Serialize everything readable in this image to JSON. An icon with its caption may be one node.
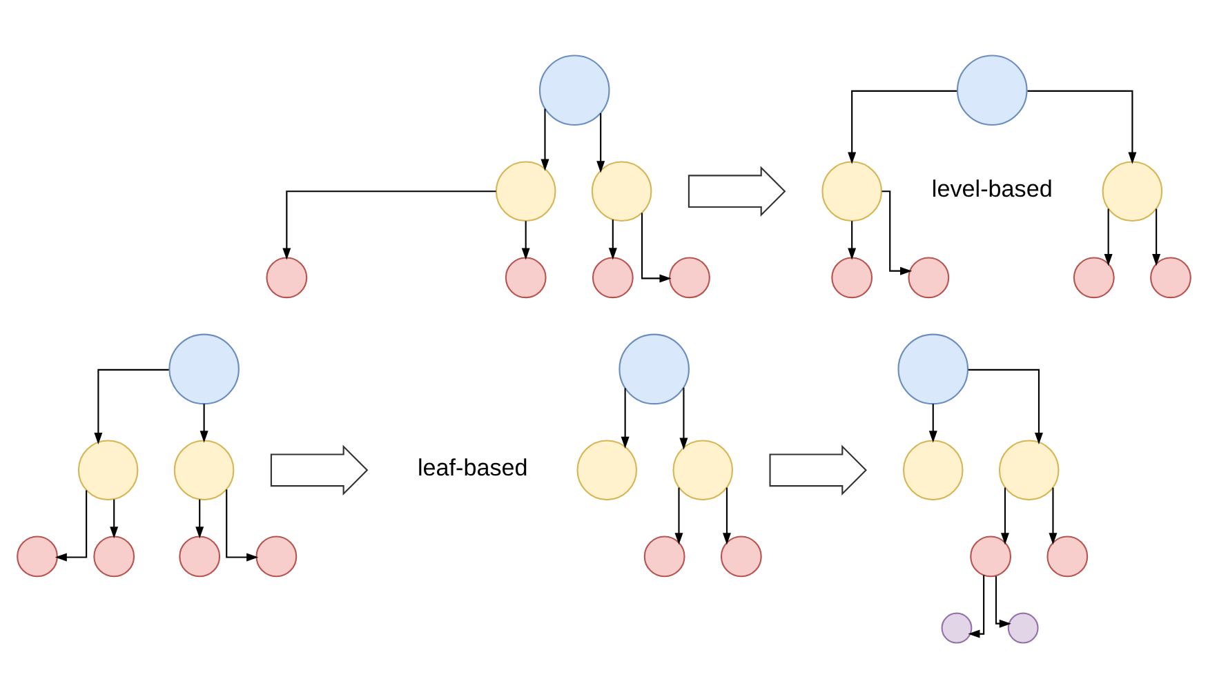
{
  "diagram": {
    "nodes": [
      {
        "text": [],
        "shape": "circle"
      },
      {
        "text": [],
        "shape": "circle"
      },
      {
        "text": [],
        "shape": "circle"
      },
      {
        "text": [],
        "shape": "circle"
      },
      {
        "text": [],
        "shape": "circle"
      },
      {
        "text": [],
        "shape": "circle"
      },
      {
        "text": [],
        "shape": "circle"
      },
      {
        "text": [],
        "shape": "arrow"
      },
      {
        "text": [],
        "shape": "circle"
      },
      {
        "text": [],
        "shape": "circle"
      },
      {
        "text": [],
        "shape": "circle"
      },
      {
        "text": [],
        "shape": "circle"
      },
      {
        "text": [],
        "shape": "circle"
      },
      {
        "text": [],
        "shape": "circle"
      },
      {
        "text": [],
        "shape": "circle"
      },
      {
        "text": [],
        "shape": "circle"
      },
      {
        "text": [],
        "shape": "circle"
      },
      {
        "text": [],
        "shape": "circle"
      },
      {
        "text": [],
        "shape": "circle"
      },
      {
        "text": [],
        "shape": "circle"
      },
      {
        "text": [],
        "shape": "circle"
      },
      {
        "text": [],
        "shape": "circle"
      },
      {
        "text": [],
        "shape": "arrow"
      },
      {
        "text": [],
        "shape": "circle"
      },
      {
        "text": [],
        "shape": "circle"
      },
      {
        "text": [],
        "shape": "circle"
      },
      {
        "text": [],
        "shape": "circle"
      },
      {
        "text": [],
        "shape": "circle"
      },
      {
        "text": [],
        "shape": "arrow"
      },
      {
        "text": [],
        "shape": "circle"
      },
      {
        "text": [],
        "shape": "circle"
      },
      {
        "text": [],
        "shape": "circle"
      },
      {
        "text": [],
        "shape": "circle"
      },
      {
        "text": [],
        "shape": "circle"
      },
      {
        "text": [],
        "shape": "circle"
      },
      {
        "text": [],
        "shape": "circle"
      }
    ],
    "edges": [
      {
        "from": 0,
        "to": 1,
        "arrow": "to"
      },
      {
        "from": 0,
        "to": 2,
        "arrow": "to"
      },
      {
        "from": 1,
        "to": 3,
        "arrow": "to"
      },
      {
        "from": 1,
        "to": 4,
        "arrow": "to"
      },
      {
        "from": 2,
        "to": 5,
        "arrow": "to"
      },
      {
        "from": 2,
        "to": 6,
        "arrow": "to"
      },
      {
        "from": 8,
        "to": 9,
        "arrow": "to"
      },
      {
        "from": 8,
        "to": 10,
        "arrow": "to"
      },
      {
        "from": 9,
        "to": 11,
        "arrow": "to"
      },
      {
        "from": 9,
        "to": 12,
        "arrow": "to"
      },
      {
        "from": 10,
        "to": 13,
        "arrow": "to"
      },
      {
        "from": 10,
        "to": 14,
        "arrow": "to"
      },
      {
        "from": 15,
        "to": 16,
        "arrow": "to"
      },
      {
        "from": 15,
        "to": 17,
        "arrow": "to"
      },
      {
        "from": 16,
        "to": 18,
        "arrow": "to"
      },
      {
        "from": 16,
        "to": 19,
        "arrow": "to"
      },
      {
        "from": 17,
        "to": 20,
        "arrow": "to"
      },
      {
        "from": 17,
        "to": 21,
        "arrow": "to"
      },
      {
        "from": 23,
        "to": 24,
        "arrow": "to"
      },
      {
        "from": 23,
        "to": 25,
        "arrow": "to"
      },
      {
        "from": 24,
        "to": 26,
        "arrow": "to"
      },
      {
        "from": 24,
        "to": 27,
        "arrow": "to"
      },
      {
        "from": 29,
        "to": 30,
        "arrow": "to"
      },
      {
        "from": 29,
        "to": 31,
        "arrow": "to"
      },
      {
        "from": 30,
        "to": 32,
        "arrow": "to"
      },
      {
        "from": 30,
        "to": 33,
        "arrow": "to"
      },
      {
        "from": 32,
        "to": 34,
        "arrow": "to"
      },
      {
        "from": 32,
        "to": 35,
        "arrow": "to"
      }
    ],
    "labels": [
      "level-based",
      "leaf-based"
    ]
  }
}
